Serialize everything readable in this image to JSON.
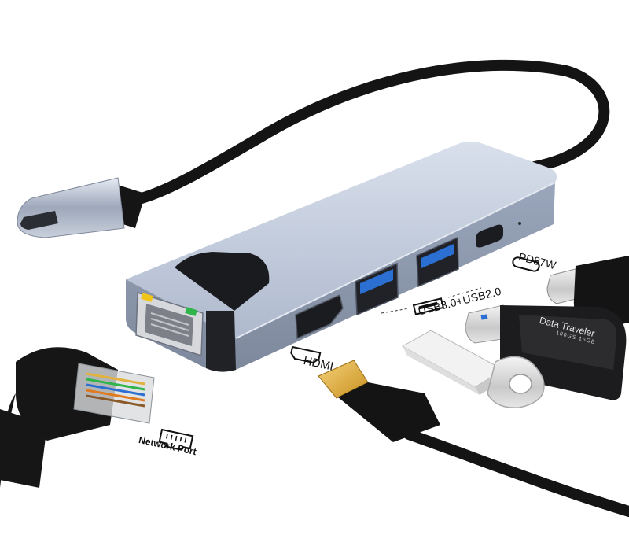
{
  "labels": {
    "hdmi": "HDMI",
    "usb": "USB3.0+USB2.0",
    "pd": "PD87W",
    "network": "Network Port",
    "drive_brand": "Data Traveler",
    "drive_spec_a": "100GS",
    "drive_spec_b": "16GB"
  },
  "colors": {
    "hub_body": "#b7c2d6",
    "cable": "#141414",
    "usb_port_blue": "#2a6fd1",
    "hdmi_plug_gold": "#e3b23c",
    "ethernet_led_green": "#2fb54a",
    "ethernet_led_yellow": "#f0c419"
  },
  "icons": [
    "hdmi-icon",
    "usb-icon",
    "usb-c-icon",
    "ethernet-icon"
  ]
}
